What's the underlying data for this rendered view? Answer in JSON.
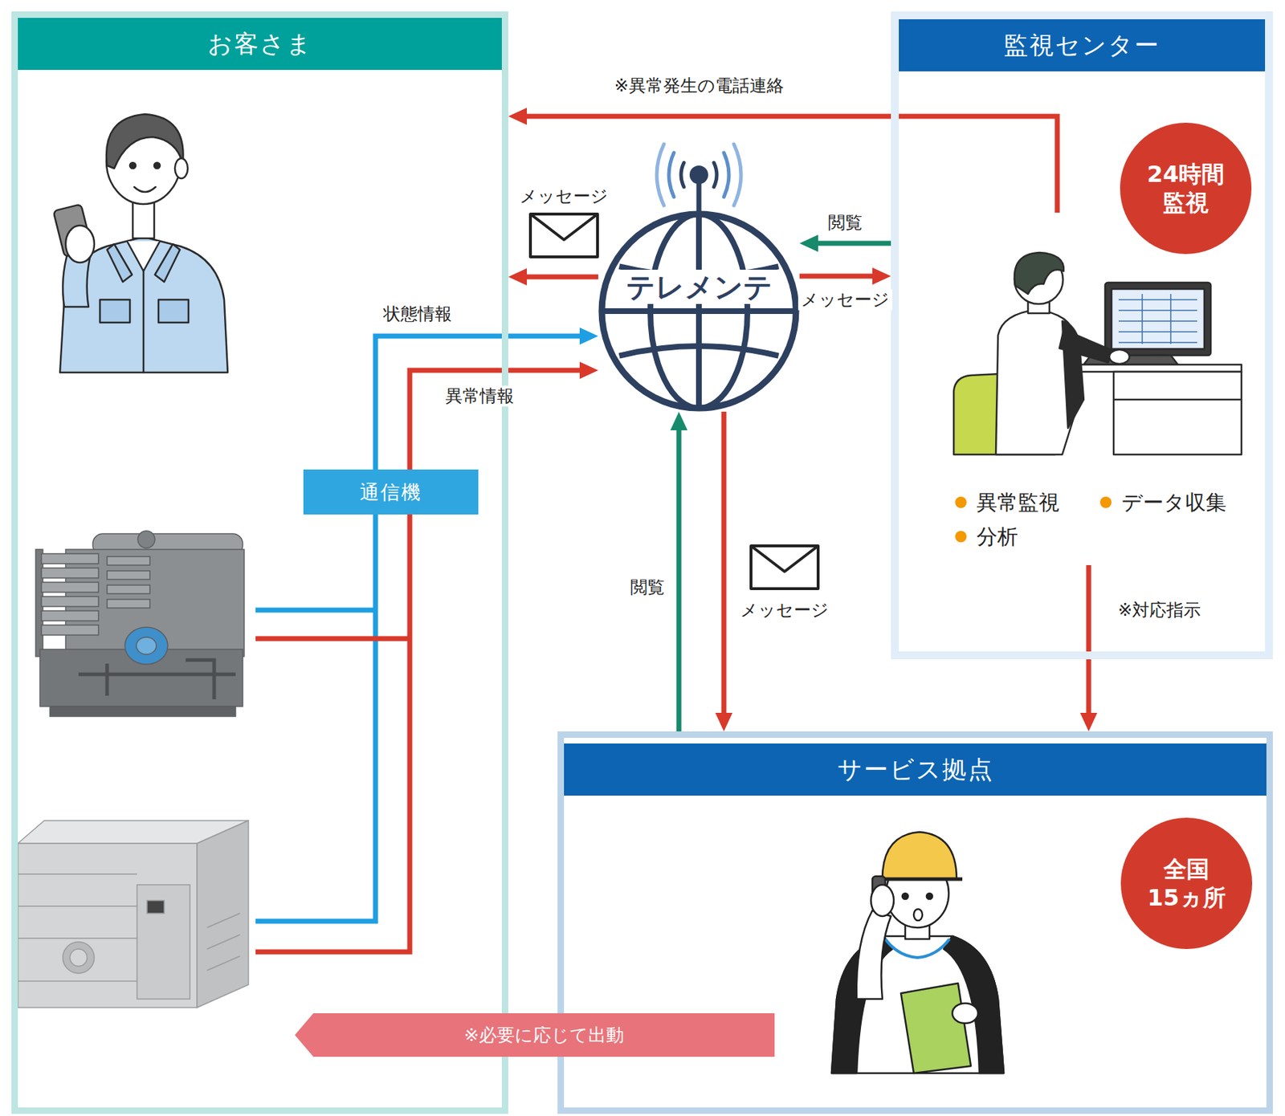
{
  "diagram": {
    "nodes": [
      {
        "text": [
          "お客さま"
        ]
      },
      {
        "text": [
          "監視センター"
        ]
      },
      {
        "text": [
          "24時間 監視"
        ],
        "in": 1
      },
      {
        "text": [
          "テレメンテ"
        ]
      },
      {
        "text": [
          "通信機"
        ],
        "in": 0
      },
      {
        "text": [
          "サービス拠点"
        ]
      },
      {
        "text": [
          "全国 15ヵ所"
        ],
        "in": 5
      },
      {
        "text": [
          "※必要に応じて出動"
        ]
      }
    ],
    "edges": [
      {
        "from": 1,
        "to": 0,
        "arrow": "to",
        "label": "※異常発生の電話連絡"
      },
      {
        "from": 3,
        "to": 0,
        "arrow": "to",
        "label": "メッセージ"
      },
      {
        "from": 1,
        "to": 3,
        "arrow": "to",
        "label": "閲覧"
      },
      {
        "from": 3,
        "to": 1,
        "arrow": "to",
        "label": "メッセージ"
      },
      {
        "from": 4,
        "to": 3,
        "arrow": "to",
        "label": "状態情報"
      },
      {
        "from": 4,
        "to": 3,
        "arrow": "to",
        "label": "異常情報"
      },
      {
        "from": 5,
        "to": 3,
        "arrow": "to",
        "label": "閲覧"
      },
      {
        "from": 3,
        "to": 5,
        "arrow": "to",
        "label": "メッセージ"
      },
      {
        "from": 1,
        "to": 5,
        "arrow": "to",
        "label": "※対応指示"
      }
    ],
    "labels": [
      "異常監視",
      "データ収集",
      "分析"
    ]
  }
}
